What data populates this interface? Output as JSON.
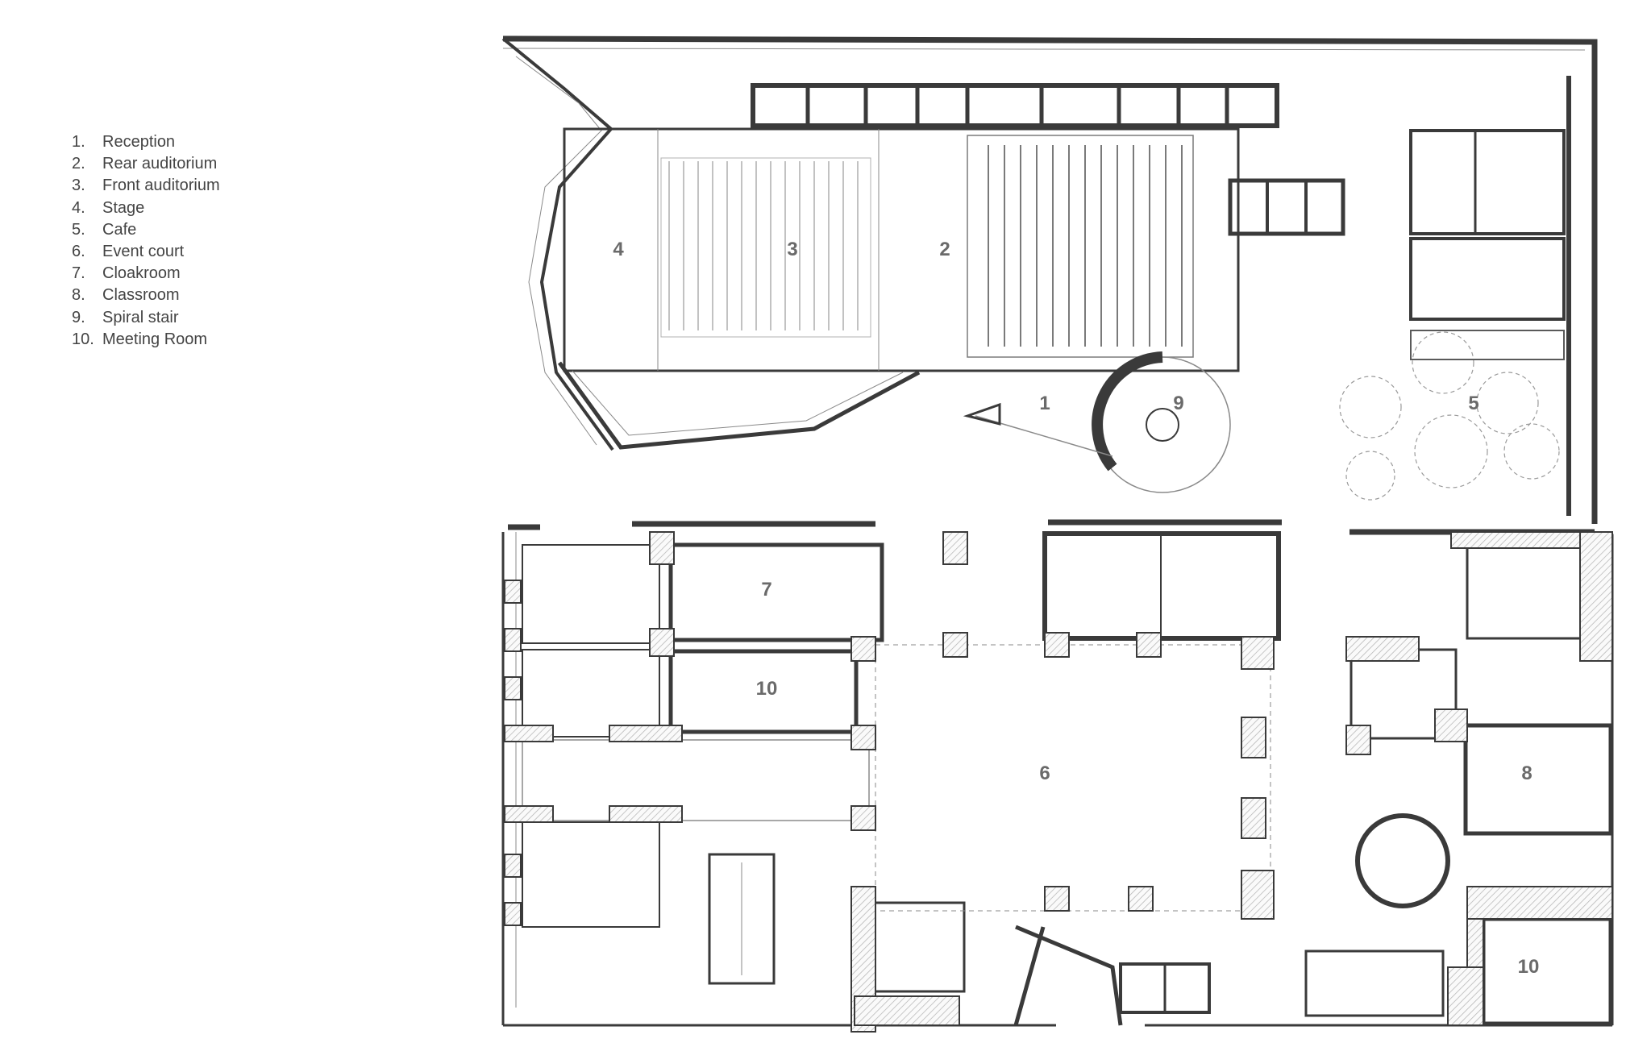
{
  "legend": [
    {
      "number": "1.",
      "label": "Reception"
    },
    {
      "number": "2.",
      "label": "Rear auditorium"
    },
    {
      "number": "3.",
      "label": "Front auditorium"
    },
    {
      "number": "4.",
      "label": "Stage"
    },
    {
      "number": "5.",
      "label": "Cafe"
    },
    {
      "number": "6.",
      "label": "Event court"
    },
    {
      "number": "7.",
      "label": "Cloakroom"
    },
    {
      "number": "8.",
      "label": "Classroom"
    },
    {
      "number": "9.",
      "label": "Spiral stair"
    },
    {
      "number": "10.",
      "label": "Meeting Room"
    }
  ],
  "room_labels": {
    "reception": "1",
    "rear_auditorium": "2",
    "front_auditorium": "3",
    "stage": "4",
    "cafe": "5",
    "event_court": "6",
    "cloakroom": "7",
    "classroom": "8",
    "spiral_stair": "9",
    "meeting_room_west": "10",
    "meeting_room_east": "10"
  },
  "colors": {
    "wall": "#3a3a3a",
    "thin_line": "#8a8a8a",
    "hatch": "#b5b5b5",
    "label": "#6a6a6a",
    "legend_text": "#444444"
  }
}
